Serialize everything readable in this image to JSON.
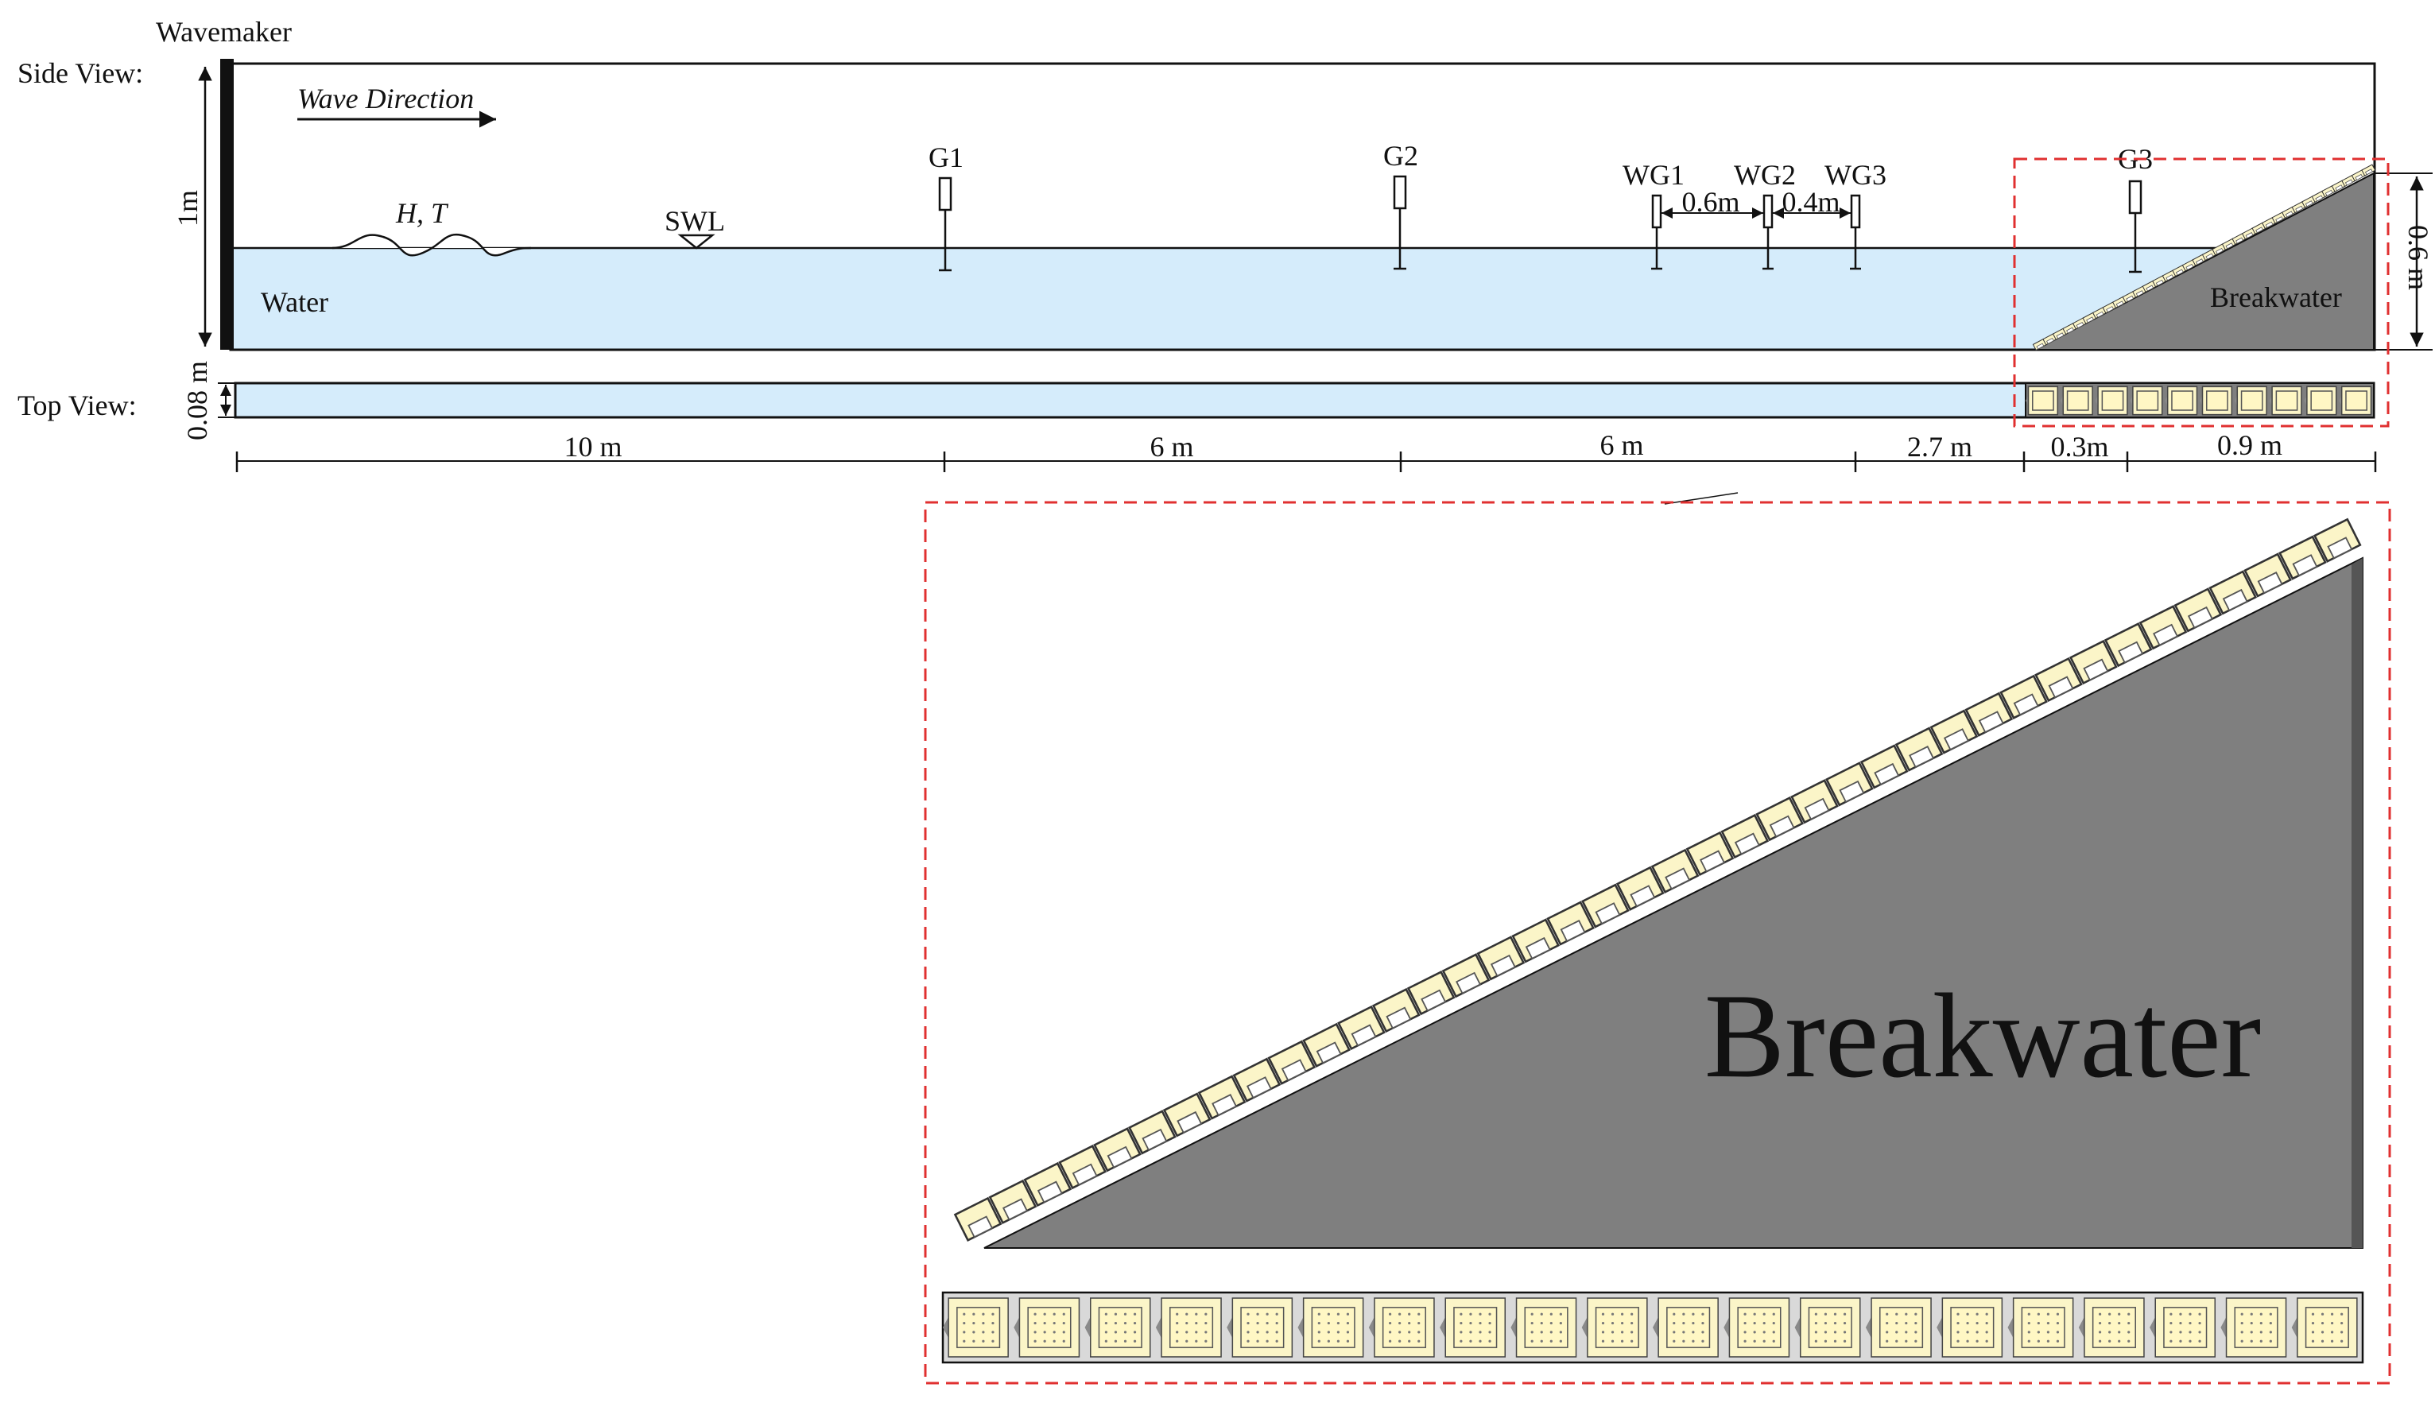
{
  "labels": {
    "wavemaker": "Wavemaker",
    "side_view": "Side View:",
    "top_view": "Top View:",
    "wave_direction": "Wave Direction",
    "height_period": "H, T",
    "swl": "SWL",
    "water": "Water",
    "breakwater_small": "Breakwater",
    "breakwater_large": "Breakwater"
  },
  "gauges": [
    {
      "id": "g1",
      "label": "G1"
    },
    {
      "id": "g2",
      "label": "G2"
    },
    {
      "id": "wg1",
      "label": "WG1"
    },
    {
      "id": "wg2",
      "label": "WG2"
    },
    {
      "id": "wg3",
      "label": "WG3"
    },
    {
      "id": "g3",
      "label": "G3"
    }
  ],
  "dimensions": {
    "tank_height": "1m",
    "tank_width": "0.08 m",
    "breakwater_height": "0.6 m",
    "spacing_wg1_wg2": "0.6m",
    "spacing_wg2_wg3": "0.4m",
    "segments": [
      "10 m",
      "6 m",
      "6 m",
      "2.7 m",
      "0.3m",
      "0.9 m"
    ]
  },
  "colors": {
    "water": "#d5ecfb",
    "breakwater": "#7f7f7f",
    "armour_block": "#fbf5c8",
    "highlight_box": "#e03030"
  }
}
